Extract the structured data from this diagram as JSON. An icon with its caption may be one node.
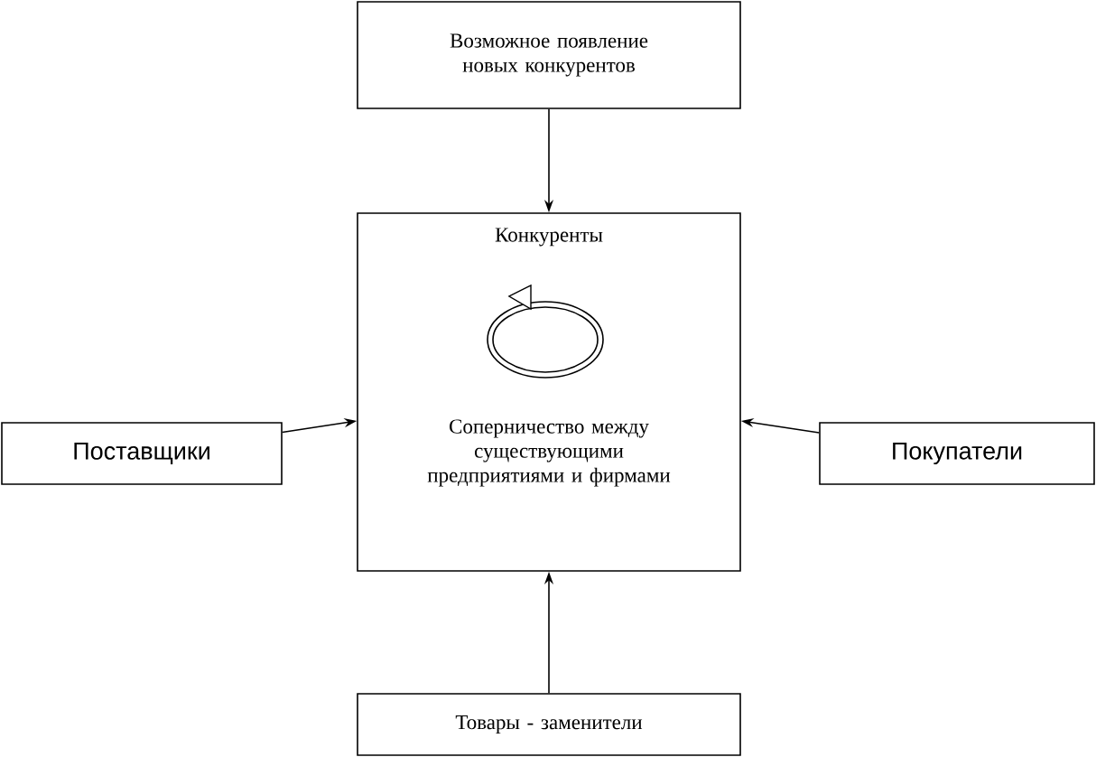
{
  "diagram": {
    "nodes": [
      {
        "text": [
          "Возможное появление новых конкурентов"
        ]
      },
      {
        "text": [
          "Конкуренты",
          "Соперничество между существующими предприятиями и фирмами"
        ]
      },
      {
        "text": [
          "Поставщики"
        ]
      },
      {
        "text": [
          "Покупатели"
        ]
      },
      {
        "text": [
          "Товары - заменители"
        ]
      }
    ],
    "edges": [
      {
        "from": 0,
        "to": 1,
        "arrow": "to"
      },
      {
        "from": 2,
        "to": 1,
        "arrow": "to"
      },
      {
        "from": 3,
        "to": 1,
        "arrow": "to"
      },
      {
        "from": 4,
        "to": 1,
        "arrow": "to"
      }
    ]
  }
}
